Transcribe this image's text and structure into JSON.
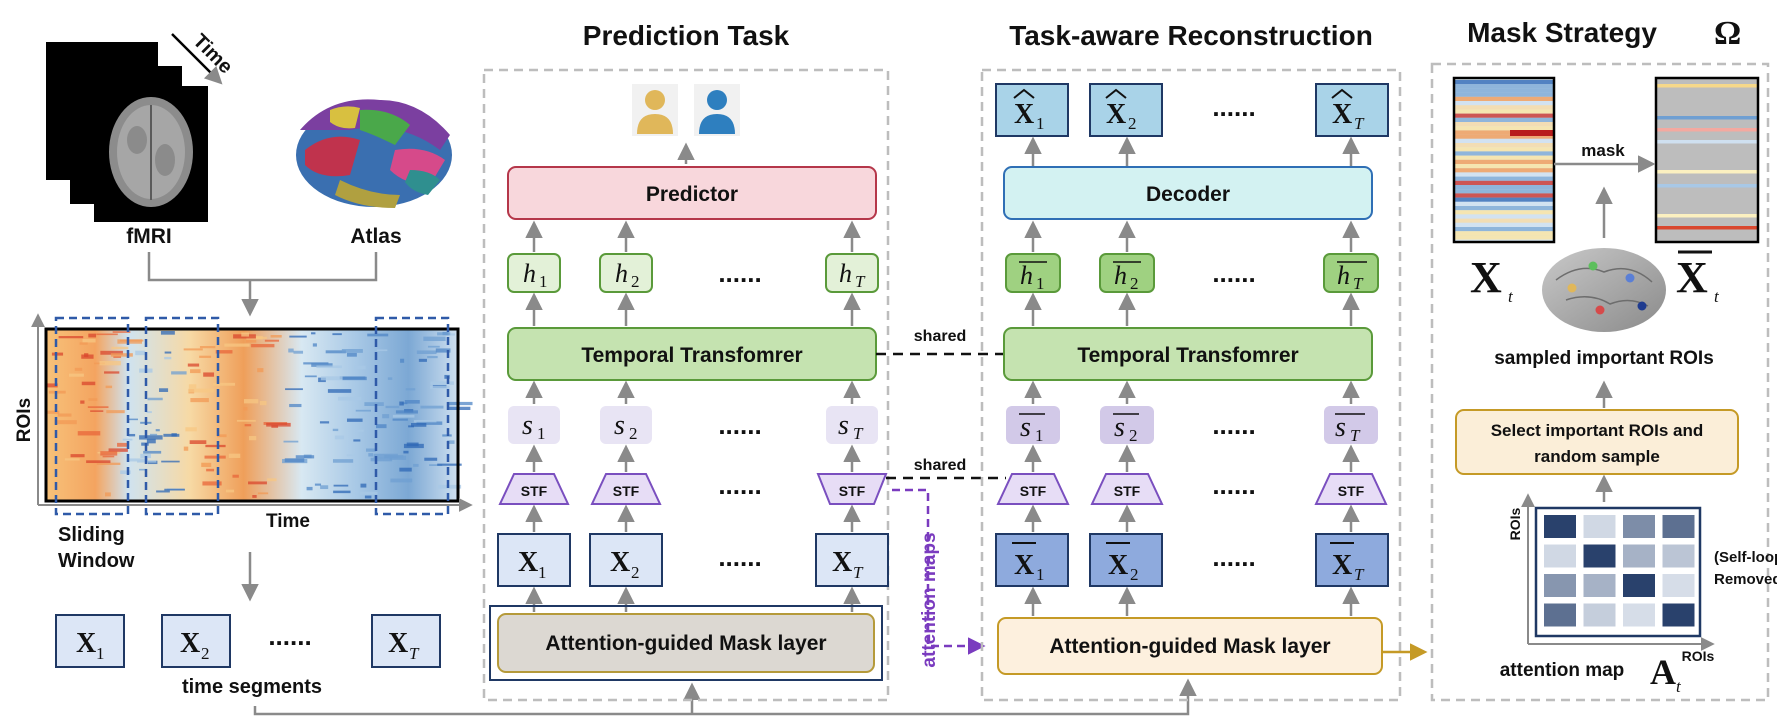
{
  "titles": {
    "prediction": "Prediction Task",
    "reconstruction": "Task-aware Reconstruction",
    "mask_strategy": "Mask Strategy",
    "omega": "Ω"
  },
  "left": {
    "time": "Time",
    "fmri": "fMRI",
    "atlas": "Atlas",
    "rois": "ROIs",
    "time_axis": "Time",
    "sliding": "Sliding",
    "window": "Window",
    "segments_label": "time segments",
    "segments": [
      "1",
      "2",
      "T"
    ],
    "dots": "......"
  },
  "prediction": {
    "predictor": "Predictor",
    "h": [
      "1",
      "2",
      "T"
    ],
    "temporal": "Temporal Transfomrer",
    "s": [
      "1",
      "2",
      "T"
    ],
    "stf": "STF",
    "x": [
      "1",
      "2",
      "T"
    ],
    "mask_layer": "Attention-guided Mask layer",
    "dots": "......"
  },
  "reconstruction": {
    "xhat": [
      "1",
      "2",
      "T"
    ],
    "decoder": "Decoder",
    "h": [
      "1",
      "2",
      "T"
    ],
    "temporal": "Temporal Transfomrer",
    "s": [
      "1",
      "2",
      "T"
    ],
    "stf": "STF",
    "x": [
      "1",
      "2",
      "T"
    ],
    "mask_layer": "Attention-guided Mask layer",
    "dots": "......"
  },
  "links": {
    "shared_top": "shared",
    "shared_bottom": "shared",
    "attention_maps": "attention maps"
  },
  "mask": {
    "mask": "mask",
    "xt_sub": "t",
    "xbar_sub": "t",
    "sampled": "sampled important ROIs",
    "select_line1": "Select important ROIs and",
    "select_line2": "random sample",
    "rois_v": "ROIs",
    "rois_h": "ROIs",
    "selfloop_line1": "(Self-loop",
    "selfloop_line2": "Removed)",
    "attn_map": "attention map",
    "attn_sub": "t",
    "attn_matrix": [
      [
        0.95,
        0.15,
        0.55,
        0.7
      ],
      [
        0.15,
        0.95,
        0.35,
        0.25
      ],
      [
        0.5,
        0.35,
        0.95,
        0.12
      ],
      [
        0.7,
        0.2,
        0.12,
        0.95
      ]
    ]
  },
  "colors": {
    "panel_dash": "#bdbdbd",
    "predictor_fill": "#f8d7dc",
    "predictor_stroke": "#b5374a",
    "temporal_fill": "#c5e3b0",
    "temporal_stroke": "#5a9a3a",
    "h_fill": "#e3f1d8",
    "hbar_fill": "#9fd181",
    "s_fill": "#e8e4f4",
    "sbar_fill": "#d2c9e8",
    "stf_fill": "#e7ddf6",
    "stf_stroke": "#7a4fbf",
    "x_fill": "#dce6f6",
    "xbar_fill": "#8eaadd",
    "xhat_fill": "#a9d3e8",
    "decoder_fill": "#d3f2f2",
    "decoder_stroke": "#2f6fb5",
    "mask_fill": "#dcd8d2",
    "mask_stroke": "#b59a3a",
    "mask2_fill": "#fdf0de",
    "select_fill": "#fbeed8",
    "attn_purple": "#7a3bbf",
    "navy": "#1f3864",
    "person_gold": "#e0b75a",
    "person_blue": "#2e7fbf"
  }
}
